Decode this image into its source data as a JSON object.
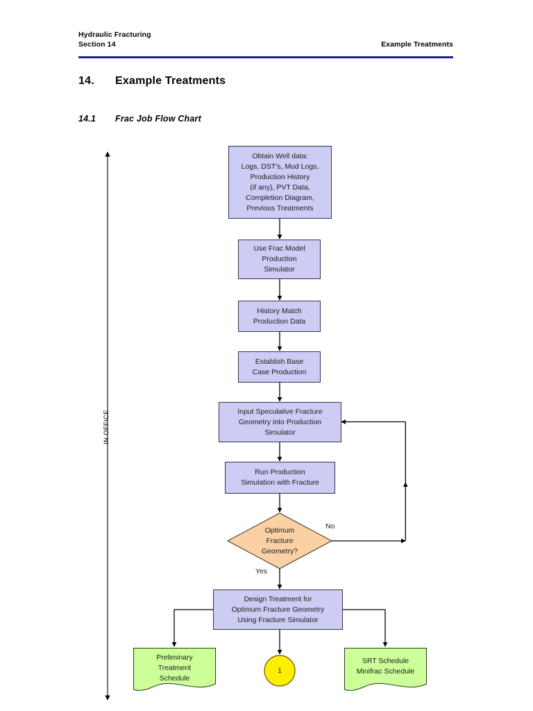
{
  "header": {
    "left_line1": "Hydraulic Fracturing",
    "left_line2": "Section 14",
    "right": "Example Treatments",
    "rule_color": "#1f1f9c"
  },
  "titles": {
    "chapter_number": "14.",
    "chapter_text": "Example Treatments",
    "section_number": "14.1",
    "section_text": "Frac Job Flow Chart"
  },
  "colors": {
    "process_fill": "#ccccf5",
    "process_stroke": "#33334d",
    "decision_fill": "#fad0a4",
    "decision_stroke": "#3d3319",
    "document_fill": "#ccff99",
    "document_stroke": "#2b3d14",
    "connector_fill": "#ffee00",
    "connector_stroke": "#6b5d00",
    "line": "#000000"
  },
  "swimlane": {
    "label": "IN OFFICE"
  },
  "chart_data": {
    "type": "diagram",
    "title": "Frac Job Flow Chart",
    "nodes": [
      {
        "id": "n1",
        "shape": "process",
        "text": "Obtain Well data:\nLogs, DST's, Mud Logs,\nProduction History\n(if any), PVT Data,\nCompletion Diagram,\nPrevious Treatments"
      },
      {
        "id": "n2",
        "shape": "process",
        "text": "Use Frac Model\nProduction\nSimulator"
      },
      {
        "id": "n3",
        "shape": "process",
        "text": "History Match\nProduction Data"
      },
      {
        "id": "n4",
        "shape": "process",
        "text": "Establish Base\nCase Production"
      },
      {
        "id": "n5",
        "shape": "process",
        "text": "Input Speculative Fracture\nGeometry into Production\nSimulator"
      },
      {
        "id": "n6",
        "shape": "process",
        "text": "Run Production\nSimulation with Fracture"
      },
      {
        "id": "n7",
        "shape": "decision",
        "text": "Optimum\nFracture\nGeometry?"
      },
      {
        "id": "n8",
        "shape": "process",
        "text": "Design Treatment for\nOptimum Fracture Geometry\nUsing Fracture Simulator"
      },
      {
        "id": "n9",
        "shape": "document",
        "text": "Preliminary\nTreatment\nSchedule"
      },
      {
        "id": "n10",
        "shape": "connector",
        "text": "1"
      },
      {
        "id": "n11",
        "shape": "document",
        "text": "SRT Schedule\nMinifrac Schedule"
      }
    ],
    "edges": [
      {
        "from": "n1",
        "to": "n2",
        "label": ""
      },
      {
        "from": "n2",
        "to": "n3",
        "label": ""
      },
      {
        "from": "n3",
        "to": "n4",
        "label": ""
      },
      {
        "from": "n4",
        "to": "n5",
        "label": ""
      },
      {
        "from": "n5",
        "to": "n6",
        "label": ""
      },
      {
        "from": "n6",
        "to": "n7",
        "label": ""
      },
      {
        "from": "n7",
        "to": "n5",
        "label": "No"
      },
      {
        "from": "n7",
        "to": "n8",
        "label": "Yes"
      },
      {
        "from": "n8",
        "to": "n9",
        "label": ""
      },
      {
        "from": "n8",
        "to": "n10",
        "label": ""
      },
      {
        "from": "n8",
        "to": "n11",
        "label": ""
      }
    ],
    "edge_labels": {
      "no": "No",
      "yes": "Yes"
    }
  }
}
